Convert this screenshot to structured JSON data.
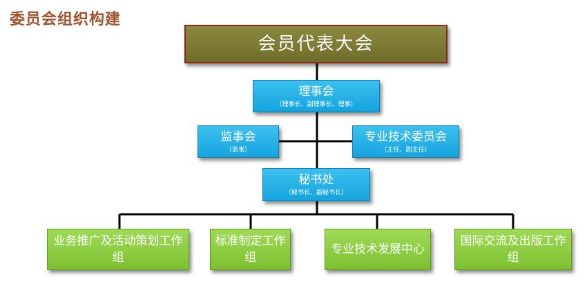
{
  "page_title": "委员会组织构建",
  "nodes": {
    "general_assembly": {
      "title": "会员代表大会"
    },
    "council": {
      "title": "理事会",
      "subtitle": "（理事长、副理事长、理事）"
    },
    "supervisory": {
      "title": "监事会",
      "subtitle": "（监事）"
    },
    "tech_committee": {
      "title": "专业技术委员会",
      "subtitle": "（主任、副主任）"
    },
    "secretariat": {
      "title": "秘书处",
      "subtitle": "（秘书长、副秘书长）"
    },
    "groups": [
      {
        "title": "业务推广及活动策划工作组"
      },
      {
        "title": "标准制定工作组"
      },
      {
        "title": "专业技术发展中心"
      },
      {
        "title": "国际交流及出版工作组"
      }
    ]
  },
  "colors": {
    "title": "#a0522d",
    "top_box": "#7a7833",
    "blue_box": "#1aabe3",
    "green_box": "#86c93b",
    "line": "#000000"
  }
}
